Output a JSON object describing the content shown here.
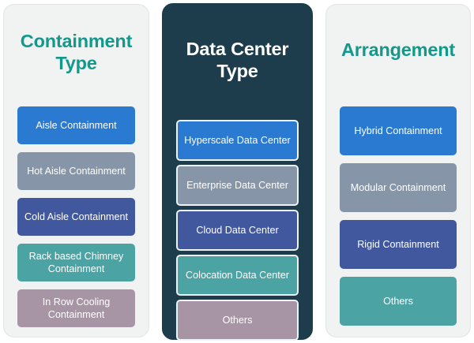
{
  "colors": {
    "panel_light_bg": "#f1f2f2",
    "panel_dark_bg": "#1d3d4d",
    "title_teal": "#12998c",
    "title_white": "#ffffff",
    "card_blue": "#2a7ad2",
    "card_gray": "#8795a8",
    "card_indigo": "#41589f",
    "card_teal": "#4ba3a4",
    "card_mauve": "#a794a4"
  },
  "panels": [
    {
      "id": "containment",
      "title": "Containment Type",
      "title_line1": "Containment",
      "title_line2": "Type",
      "cards": [
        {
          "label": "Aisle Containment",
          "color": "#2a7ad2"
        },
        {
          "label": "Hot Aisle Containment",
          "color": "#8795a8"
        },
        {
          "label": "Cold Aisle Containment",
          "color": "#41589f"
        },
        {
          "label": "Rack based Chimney Containment",
          "color": "#4ba3a4"
        },
        {
          "label": "In Row Cooling Containment",
          "color": "#a794a4"
        }
      ]
    },
    {
      "id": "datacenter",
      "title": "Data Center Type",
      "cards": [
        {
          "label": "Hyperscale Data Center",
          "color": "#2a7ad2"
        },
        {
          "label": "Enterprise Data Center",
          "color": "#8795a8"
        },
        {
          "label": "Cloud Data Center",
          "color": "#41589f"
        },
        {
          "label": "Colocation Data Center",
          "color": "#4ba3a4"
        },
        {
          "label": "Others",
          "color": "#a794a4"
        }
      ]
    },
    {
      "id": "arrangement",
      "title": "Arrangement",
      "cards": [
        {
          "label": "Hybrid Containment",
          "color": "#2a7ad2"
        },
        {
          "label": "Modular Containment",
          "color": "#8795a8"
        },
        {
          "label": "Rigid Containment",
          "color": "#41589f"
        },
        {
          "label": "Others",
          "color": "#4ba3a4"
        }
      ]
    }
  ]
}
